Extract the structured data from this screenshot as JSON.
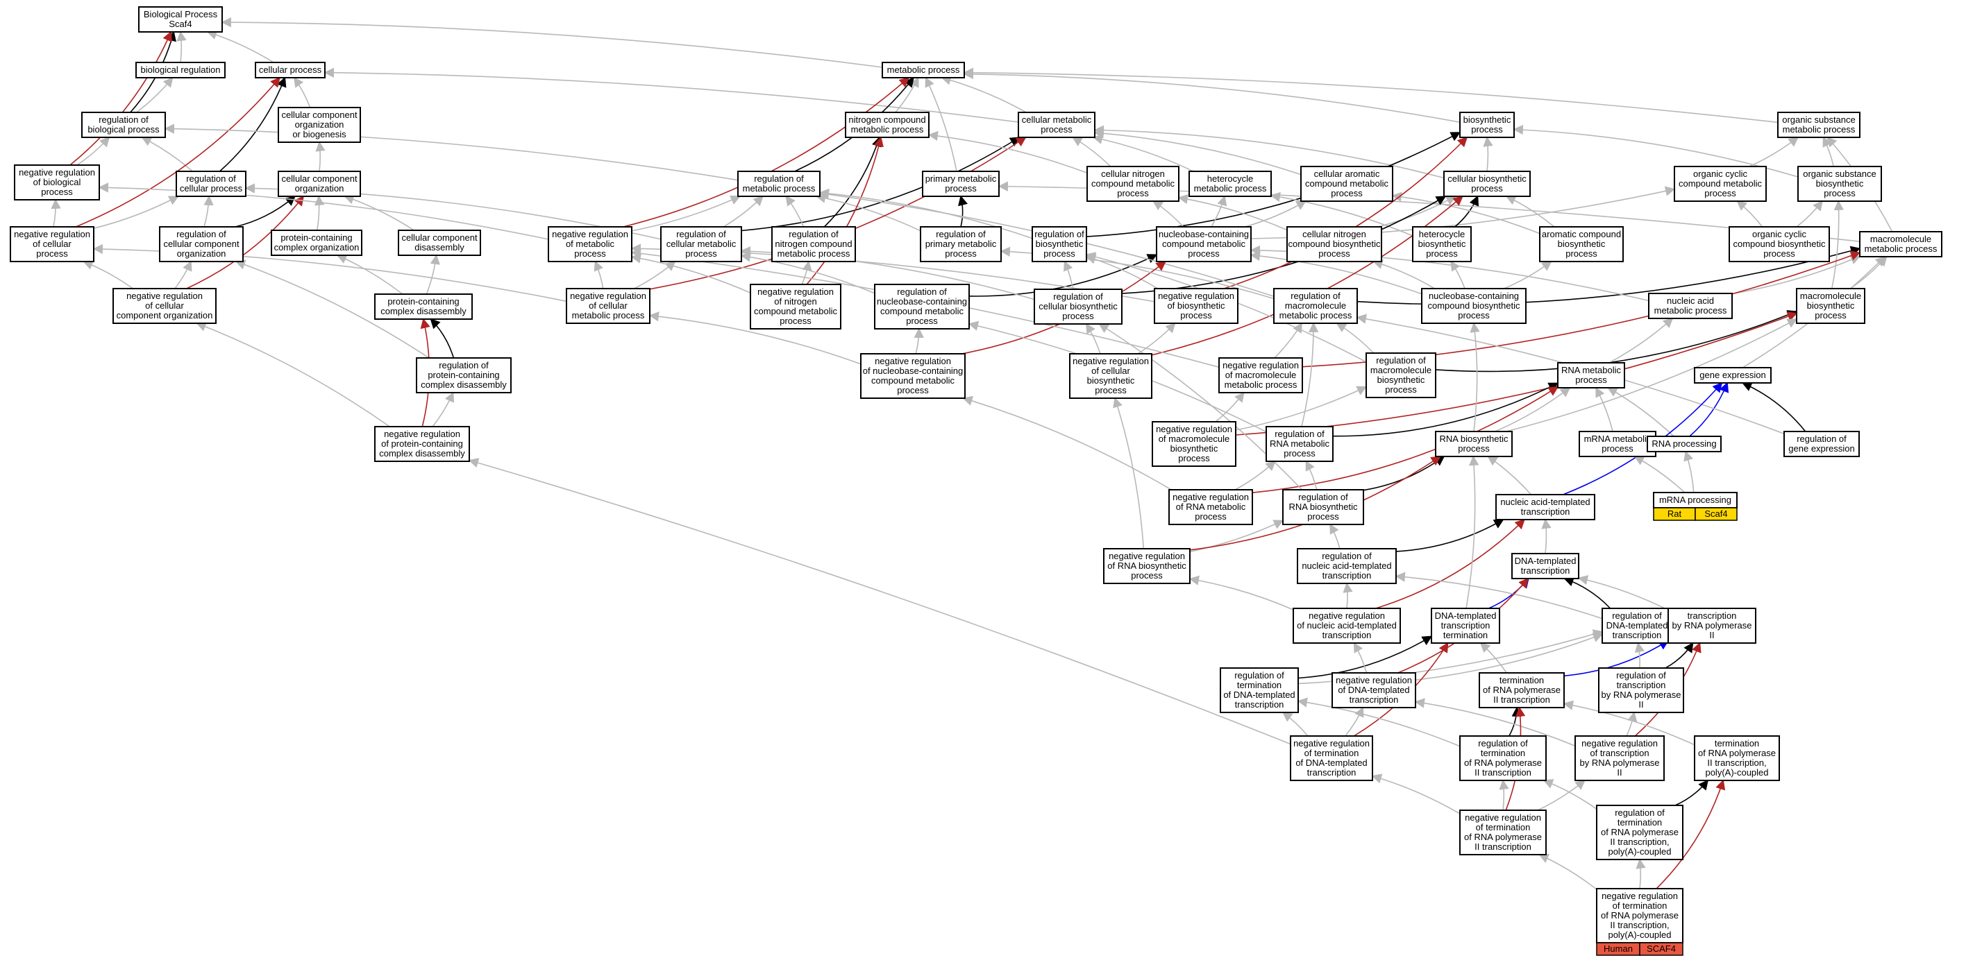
{
  "colors": {
    "is_a": "#b8b8b8",
    "part_of": "#000000",
    "negatively_regulates": "#b22222",
    "positively_regulates": "#0000ee",
    "rat_badge": "#ffd700",
    "human_badge": "#e8563f"
  },
  "nodes": {
    "bp": [
      "Biological Process",
      "Scaf4"
    ],
    "bioreg": [
      "biological regulation"
    ],
    "cellproc": [
      "cellular process"
    ],
    "metproc": [
      "metabolic process"
    ],
    "regbio": [
      "regulation of",
      "biological process"
    ],
    "ccob": [
      "cellular component",
      "organization",
      "or biogenesis"
    ],
    "nitcomp": [
      "nitrogen compound",
      "metabolic process"
    ],
    "cellmet": [
      "cellular metabolic",
      "process"
    ],
    "biosyn": [
      "biosynthetic",
      "process"
    ],
    "orgsub": [
      "organic substance",
      "metabolic process"
    ],
    "negregbio": [
      "negative regulation",
      "of biological",
      "process"
    ],
    "regcell": [
      "regulation of",
      "cellular process"
    ],
    "cco": [
      "cellular component",
      "organization"
    ],
    "regmet": [
      "regulation of",
      "metabolic process"
    ],
    "primmet": [
      "primary metabolic",
      "process"
    ],
    "cellnitmet": [
      "cellular nitrogen",
      "compound metabolic",
      "process"
    ],
    "hetmet": [
      "heterocycle",
      "metabolic process"
    ],
    "aromet": [
      "cellular aromatic",
      "compound metabolic",
      "process"
    ],
    "cellbio": [
      "cellular biosynthetic",
      "process"
    ],
    "orgcyc": [
      "organic cyclic",
      "compound metabolic",
      "process"
    ],
    "orgsubbio": [
      "organic substance",
      "biosynthetic",
      "process"
    ],
    "negregcell": [
      "negative regulation",
      "of cellular",
      "process"
    ],
    "regcco": [
      "regulation of",
      "cellular component",
      "organization"
    ],
    "pcco": [
      "protein-containing",
      "complex organization"
    ],
    "ccdis": [
      "cellular component",
      "disassembly"
    ],
    "negregmet": [
      "negative regulation",
      "of metabolic",
      "process"
    ],
    "regcellmet": [
      "regulation of",
      "cellular metabolic",
      "process"
    ],
    "regnitmet": [
      "regulation of",
      "nitrogen compound",
      "metabolic process"
    ],
    "regprim": [
      "regulation of",
      "primary metabolic",
      "process"
    ],
    "regbiosyn": [
      "regulation of",
      "biosynthetic",
      "process"
    ],
    "nbcmet": [
      "nucleobase-containing",
      "compound metabolic",
      "process"
    ],
    "cellnitbio": [
      "cellular nitrogen",
      "compound biosynthetic",
      "process"
    ],
    "hetbio": [
      "heterocycle",
      "biosynthetic",
      "process"
    ],
    "arobio": [
      "aromatic compound",
      "biosynthetic",
      "process"
    ],
    "orgcycbio": [
      "organic cyclic",
      "compound biosynthetic",
      "process"
    ],
    "macromet": [
      "macromolecule",
      "metabolic process"
    ],
    "negregcco": [
      "negative regulation",
      "of cellular",
      "component organization"
    ],
    "pcdis": [
      "protein-containing",
      "complex disassembly"
    ],
    "negregcellmet": [
      "negative regulation",
      "of cellular",
      "metabolic process"
    ],
    "negregnit": [
      "negative regulation",
      "of nitrogen",
      "compound metabolic",
      "process"
    ],
    "regnbc": [
      "regulation of",
      "nucleobase-containing",
      "compound metabolic",
      "process"
    ],
    "regcellbio": [
      "regulation of",
      "cellular biosynthetic",
      "process"
    ],
    "negregbiosyn": [
      "negative regulation",
      "of biosynthetic",
      "process"
    ],
    "regmacro": [
      "regulation of",
      "macromolecule",
      "metabolic process"
    ],
    "nbcbio": [
      "nucleobase-containing",
      "compound biosynthetic",
      "process"
    ],
    "nucmet": [
      "nucleic acid",
      "metabolic process"
    ],
    "macrobio": [
      "macromolecule",
      "biosynthetic",
      "process"
    ],
    "negregnbc": [
      "negative regulation",
      "of nucleobase-containing",
      "compound metabolic",
      "process"
    ],
    "negregcellbio": [
      "negative regulation",
      "of cellular",
      "biosynthetic",
      "process"
    ],
    "negregmacro": [
      "negative regulation",
      "of macromolecule",
      "metabolic process"
    ],
    "regmacrobio": [
      "regulation of",
      "macromolecule",
      "biosynthetic",
      "process"
    ],
    "rnamet": [
      "RNA metabolic",
      "process"
    ],
    "geneexp": [
      "gene expression"
    ],
    "regpcdis": [
      "regulation of",
      "protein-containing",
      "complex disassembly"
    ],
    "negregpcdis": [
      "negative regulation",
      "of protein-containing",
      "complex disassembly"
    ],
    "negregmacrobio": [
      "negative regulation",
      "of macromolecule",
      "biosynthetic",
      "process"
    ],
    "regrnamet": [
      "regulation of",
      "RNA metabolic",
      "process"
    ],
    "rnabio": [
      "RNA biosynthetic",
      "process"
    ],
    "mrnamet": [
      "mRNA metabolic",
      "process"
    ],
    "rnaproc": [
      "RNA processing"
    ],
    "reggene": [
      "regulation of",
      "gene expression"
    ],
    "negregrnamet": [
      "negative regulation",
      "of RNA metabolic",
      "process"
    ],
    "regrnabio": [
      "regulation of",
      "RNA biosynthetic",
      "process"
    ],
    "natt": [
      "nucleic acid-templated",
      "transcription"
    ],
    "mrnaproc": [
      "mRNA processing"
    ],
    "negregrnabio": [
      "negative regulation",
      "of RNA biosynthetic",
      "process"
    ],
    "regnatt": [
      "regulation of",
      "nucleic acid-templated",
      "transcription"
    ],
    "dtt": [
      "DNA-templated",
      "transcription"
    ],
    "negregnatt": [
      "negative regulation",
      "of nucleic acid-templated",
      "transcription"
    ],
    "dttterm": [
      "DNA-templated",
      "transcription",
      "termination"
    ],
    "regdtt": [
      "regulation of",
      "DNA-templated",
      "transcription"
    ],
    "trpol2": [
      "transcription",
      "by RNA polymerase",
      "II"
    ],
    "regterm": [
      "regulation of",
      "termination",
      "of DNA-templated",
      "transcription"
    ],
    "negregdtt": [
      "negative regulation",
      "of DNA-templated",
      "transcription"
    ],
    "termpol2": [
      "termination",
      "of RNA polymerase",
      "II transcription"
    ],
    "regtrpol2": [
      "regulation of",
      "transcription",
      "by RNA polymerase",
      "II"
    ],
    "negregterm": [
      "negative regulation",
      "of termination",
      "of DNA-templated",
      "transcription"
    ],
    "regtermpol2": [
      "regulation of",
      "termination",
      "of RNA polymerase",
      "II transcription"
    ],
    "negregtrpol2": [
      "negative regulation",
      "of transcription",
      "by RNA polymerase",
      "II"
    ],
    "termpolyA": [
      "termination",
      "of RNA polymerase",
      "II transcription,",
      "poly(A)-coupled"
    ],
    "negregtermpol2": [
      "negative regulation",
      "of termination",
      "of RNA polymerase",
      "II transcription"
    ],
    "regtermpolyA": [
      "regulation of",
      "termination",
      "of RNA polymerase",
      "II transcription,",
      "poly(A)-coupled"
    ],
    "target": [
      "negative regulation",
      "of termination",
      "of RNA polymerase",
      "II transcription,",
      "poly(A)-coupled"
    ]
  },
  "badges": {
    "rat": {
      "species": "Rat",
      "gene": "Scaf4"
    },
    "human": {
      "species": "Human",
      "gene": "SCAF4"
    }
  }
}
